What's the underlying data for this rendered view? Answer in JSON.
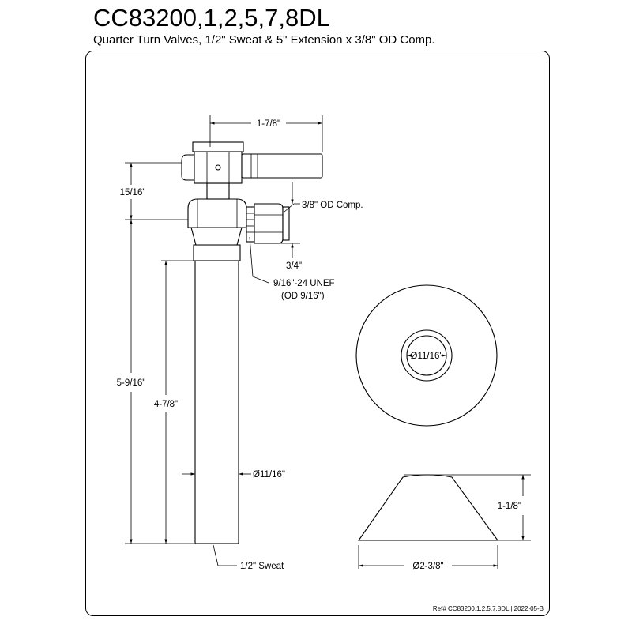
{
  "header": {
    "title": "CC83200,1,2,5,7,8DL",
    "subtitle": "Quarter Turn Valves, 1/2\" Sweat & 5\" Extension x 3/8\" OD Comp."
  },
  "dimensions": {
    "handle_length": "1-7/8\"",
    "valve_height": "15/16\"",
    "comp_size": "3/8\" OD Comp.",
    "comp_offset": "3/4\"",
    "thread_spec": "9/16\"-24 UNEF",
    "thread_od": "(OD 9/16\")",
    "overall_height": "5-9/16\"",
    "extension_length": "4-7/8\"",
    "tube_diameter": "Ø11/16\"",
    "sweat_size": "1/2\" Sweat",
    "flange_hole": "Ø11/16\"",
    "flange_height": "1-1/8\"",
    "flange_diameter": "Ø2-3/8\""
  },
  "footer": {
    "reference": "Ref# CC83200,1,2,5,7,8DL | 2022-05-B"
  }
}
